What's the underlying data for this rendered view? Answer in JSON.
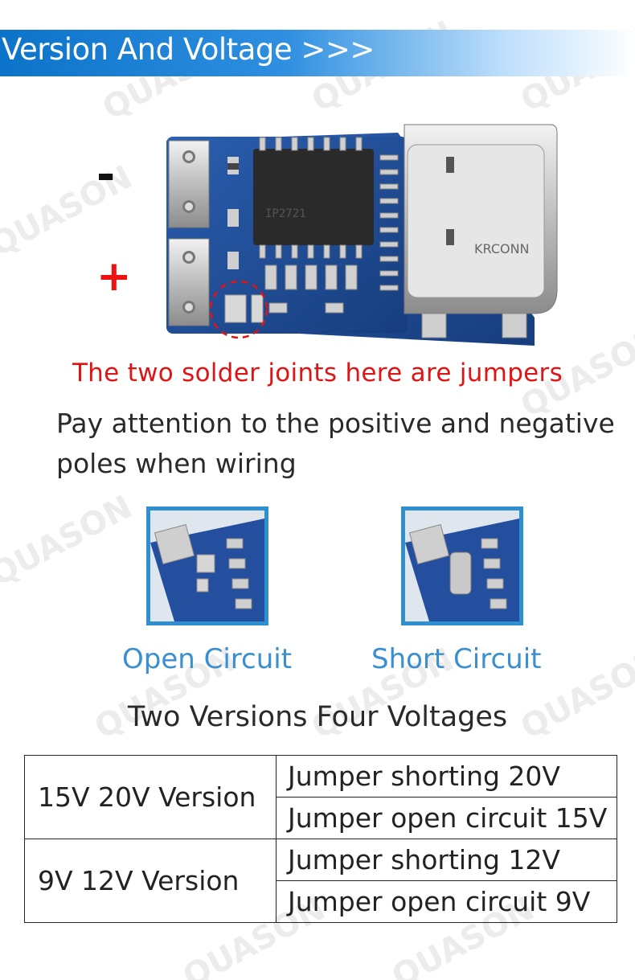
{
  "header": {
    "title": "Version And Voltage >>>"
  },
  "board": {
    "minus_sign": "-",
    "plus_sign": "+",
    "chip_marking": "IP2721",
    "connector_marking": "KRCONN"
  },
  "notes": {
    "jumper_note": "The two solder joints here are jumpers",
    "wiring_note": "Pay attention to the positive and negative poles when wiring"
  },
  "examples": {
    "open_label": "Open Circuit",
    "short_label": "Short Circuit"
  },
  "versions": {
    "heading": "Two Versions Four Voltages",
    "rows": [
      {
        "name": "15V 20V Version",
        "options": [
          "Jumper shorting 20V",
          "Jumper open circuit 15V"
        ]
      },
      {
        "name": "9V 12V Version",
        "options": [
          "Jumper shorting 12V",
          "Jumper open circuit 9V"
        ]
      }
    ]
  },
  "watermark": "QUASON",
  "colors": {
    "banner": "#1a7fd6",
    "accent_blue": "#3a8fd0",
    "warning_red": "#e01414",
    "pcb_blue": "#1f4f9c"
  }
}
